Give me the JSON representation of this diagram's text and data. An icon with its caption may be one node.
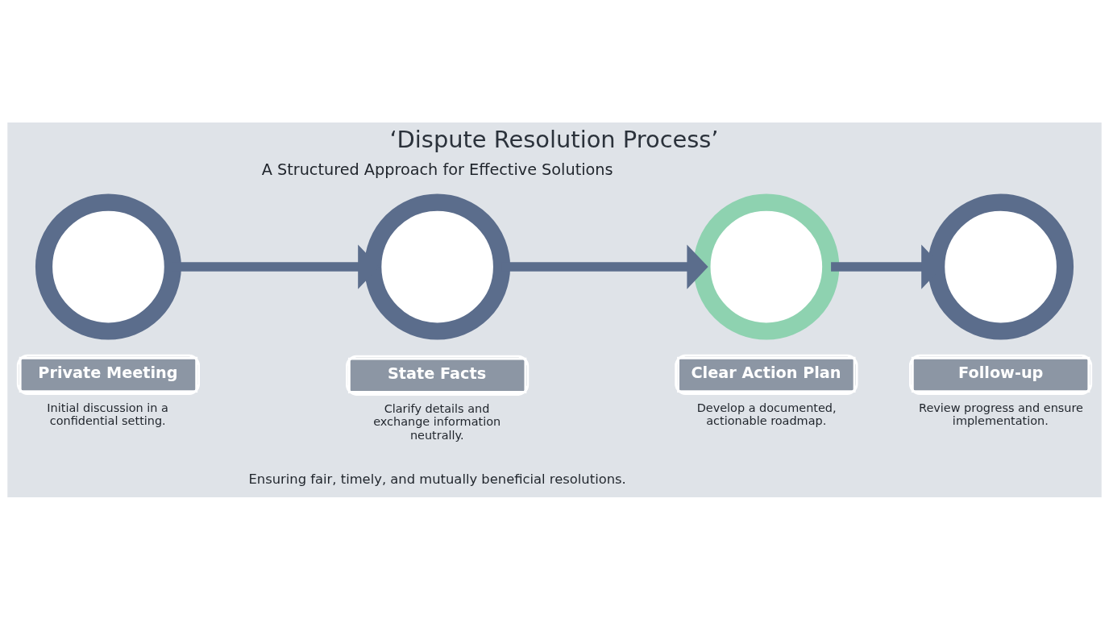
{
  "diagram": {
    "title": "‘Dispute Resolution Process’",
    "caption": "Ensuring fair, timely, and mutually beneficial resolutions.",
    "nodes": [
      {
        "text": [],
        "shape": "circle"
      },
      {
        "text": [],
        "shape": "circle"
      },
      {
        "text": [],
        "shape": "circle"
      },
      {
        "text": [],
        "shape": "circle"
      },
      {
        "text": [
          "Private Meeting"
        ],
        "beside": [
          "Initial discussion in a confidential setting."
        ]
      },
      {
        "text": [
          "State Facts"
        ],
        "beside": [
          "Clarify details and exchange information neutrally."
        ]
      },
      {
        "text": [
          "Clear Action Plan"
        ],
        "beside": [
          "Develop a documented, actionable roadmap."
        ]
      },
      {
        "text": [
          "Follow-up"
        ],
        "beside": [
          "Review progress and ensure implementation."
        ]
      }
    ],
    "edges": [
      {
        "from": 0,
        "to": 1,
        "arrow": "to"
      },
      {
        "from": 1,
        "to": 2,
        "arrow": "to"
      },
      {
        "from": 2,
        "to": 3,
        "arrow": "to"
      }
    ],
    "labels": [
      "A Structured Approach for Effective Solutions"
    ]
  }
}
